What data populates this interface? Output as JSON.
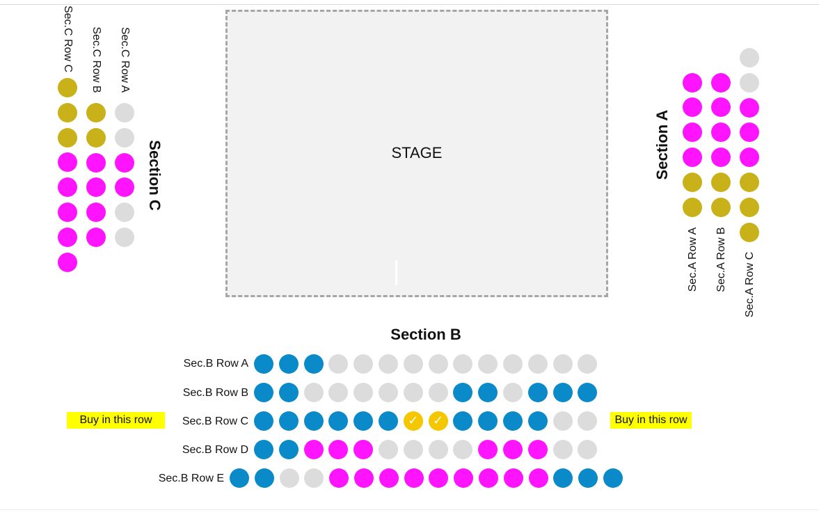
{
  "stage": {
    "label": "STAGE"
  },
  "legend_colors": {
    "available": "#ff14ff",
    "unavailable": "#dcdcdc",
    "booked": "#0a8ac9",
    "reserved": "#c9b11a",
    "selected": "#f5c700"
  },
  "section_a": {
    "title": "Section A",
    "rows": [
      {
        "label": "Sec.A Row A",
        "seats": [
          "reserved",
          "reserved",
          "available",
          "available",
          "available",
          "available"
        ]
      },
      {
        "label": "Sec.A Row B",
        "seats": [
          "reserved",
          "reserved",
          "available",
          "available",
          "available",
          "available"
        ]
      },
      {
        "label": "Sec.A Row C",
        "seats": [
          "reserved",
          "reserved",
          "reserved",
          "available",
          "available",
          "available",
          "unavailable",
          "unavailable"
        ]
      }
    ]
  },
  "section_b": {
    "title": "Section B",
    "buy_label": "Buy in this row",
    "rows": [
      {
        "label": "Sec.B Row A",
        "seats": [
          "booked",
          "booked",
          "booked",
          "unavailable",
          "unavailable",
          "unavailable",
          "unavailable",
          "unavailable",
          "unavailable",
          "unavailable",
          "unavailable",
          "unavailable",
          "unavailable",
          "unavailable"
        ]
      },
      {
        "label": "Sec.B Row B",
        "seats": [
          "booked",
          "booked",
          "unavailable",
          "unavailable",
          "unavailable",
          "unavailable",
          "unavailable",
          "unavailable",
          "booked",
          "booked",
          "unavailable",
          "booked",
          "booked",
          "booked"
        ]
      },
      {
        "label": "Sec.B Row C",
        "seats": [
          "booked",
          "booked",
          "booked",
          "booked",
          "booked",
          "booked",
          "selected",
          "selected",
          "booked",
          "booked",
          "booked",
          "booked",
          "unavailable",
          "unavailable"
        ]
      },
      {
        "label": "Sec.B Row D",
        "seats": [
          "booked",
          "booked",
          "available",
          "available",
          "available",
          "unavailable",
          "unavailable",
          "unavailable",
          "unavailable",
          "available",
          "available",
          "available",
          "unavailable",
          "unavailable"
        ]
      },
      {
        "label": "Sec.B Row E",
        "seats": [
          "booked",
          "booked",
          "unavailable",
          "unavailable",
          "available",
          "available",
          "available",
          "available",
          "available",
          "available",
          "available",
          "available",
          "available",
          "booked",
          "booked",
          "booked"
        ]
      }
    ]
  },
  "section_c": {
    "title": "Section C",
    "rows": [
      {
        "label": "Sec.C Row C",
        "seats": [
          "reserved",
          "reserved",
          "reserved",
          "available",
          "available",
          "available",
          "available",
          "available"
        ]
      },
      {
        "label": "Sec.C Row B",
        "seats": [
          "reserved",
          "reserved",
          "available",
          "available",
          "available",
          "available"
        ]
      },
      {
        "label": "Sec.C Row A",
        "seats": [
          "unavailable",
          "unavailable",
          "available",
          "available",
          "unavailable",
          "unavailable"
        ]
      }
    ]
  }
}
